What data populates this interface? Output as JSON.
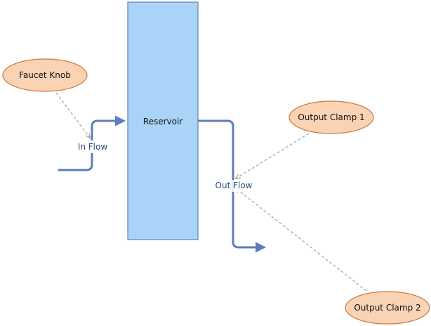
{
  "diagram": {
    "reservoir": {
      "label": "Reservoir"
    },
    "faucet_knob": {
      "label": "Faucet Knob"
    },
    "output_clamp_1": {
      "label": "Output Clamp 1"
    },
    "output_clamp_2": {
      "label": "Output Clamp 2"
    },
    "in_flow": {
      "label": "In Flow"
    },
    "out_flow": {
      "label": "Out Flow"
    }
  },
  "colors": {
    "reservoir_fill": "#a9d3f7",
    "reservoir_stroke": "#5a86b0",
    "ellipse_fill": "#fad2b4",
    "ellipse_stroke": "#c77a3f",
    "flow_stroke": "#5b7dbd",
    "link_stroke": "#a8a8a8",
    "label_text": "#2a4d7a"
  }
}
